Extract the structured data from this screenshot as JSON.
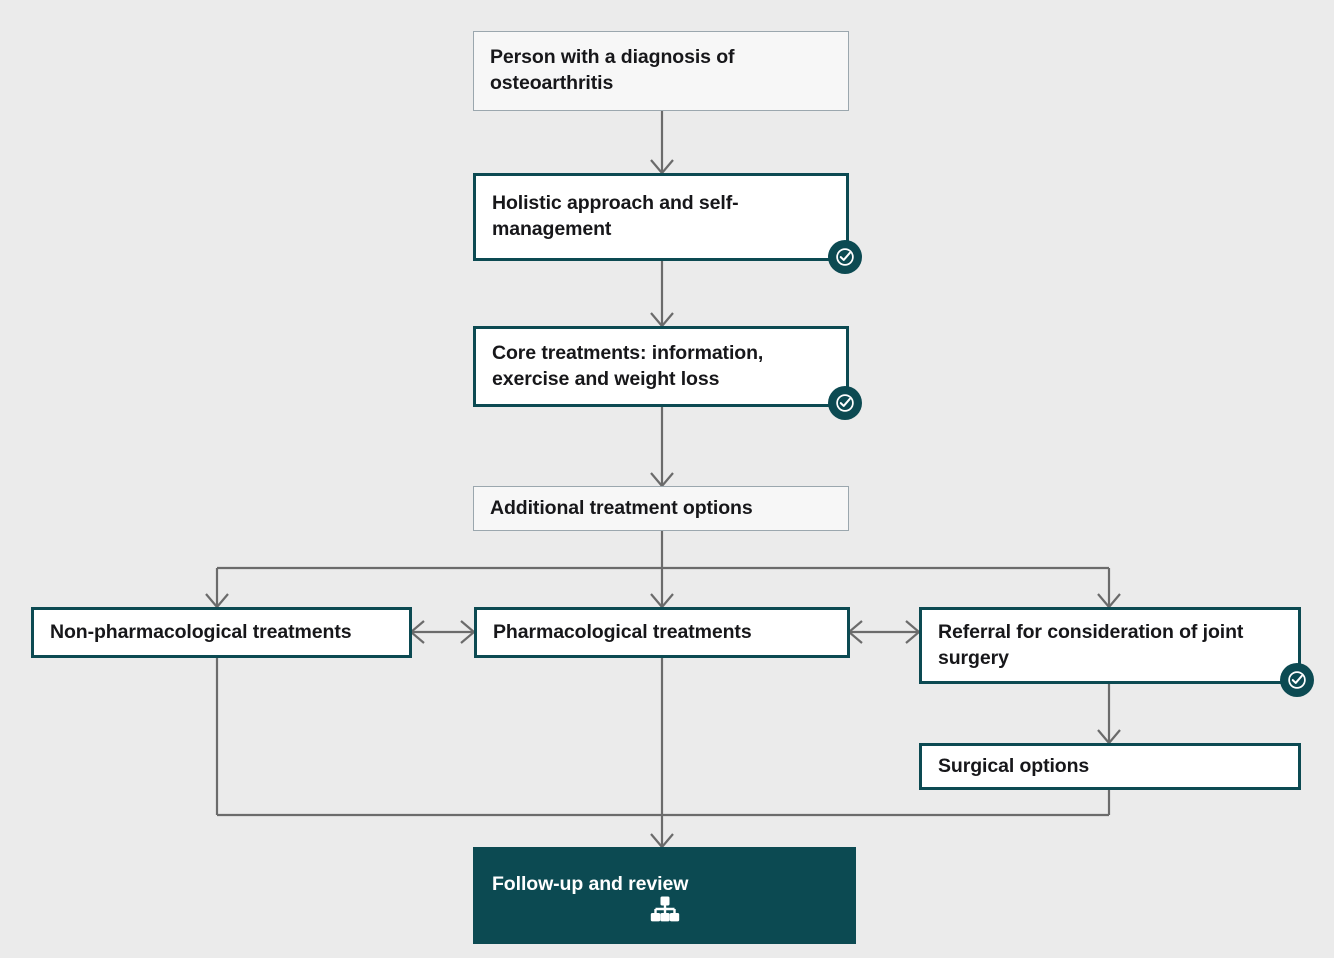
{
  "diagram": {
    "title": "Osteoarthritis care pathway flowchart",
    "background_color": "#ebebeb",
    "accent_color": "#0c4a52",
    "connector_color": "#6b6b6b",
    "plain_border_color": "#9ba7ae",
    "nodes": [
      {
        "id": "diagnosis",
        "label": "Person with a diagnosis of osteoarthritis",
        "style": "plain",
        "badge": false
      },
      {
        "id": "holistic",
        "label": "Holistic approach and self-management",
        "style": "outlined",
        "badge": true,
        "badge_icon": "check-circle-icon"
      },
      {
        "id": "core-treatments",
        "label": "Core treatments: information, exercise and weight loss",
        "style": "outlined",
        "badge": true,
        "badge_icon": "check-circle-icon"
      },
      {
        "id": "additional-options",
        "label": "Additional treatment options",
        "style": "plain",
        "badge": false
      },
      {
        "id": "non-pharmacological",
        "label": "Non-pharmacological treatments",
        "style": "outlined",
        "badge": false
      },
      {
        "id": "pharmacological",
        "label": "Pharmacological treatments",
        "style": "outlined",
        "badge": false
      },
      {
        "id": "referral-surgery",
        "label": "Referral for consideration of joint surgery",
        "style": "outlined",
        "badge": true,
        "badge_icon": "check-circle-icon"
      },
      {
        "id": "surgical-options",
        "label": "Surgical options",
        "style": "outlined",
        "badge": false
      },
      {
        "id": "follow-up",
        "label": "Follow-up and review",
        "style": "filled",
        "badge": false,
        "icon": "sitemap-icon"
      }
    ]
  }
}
